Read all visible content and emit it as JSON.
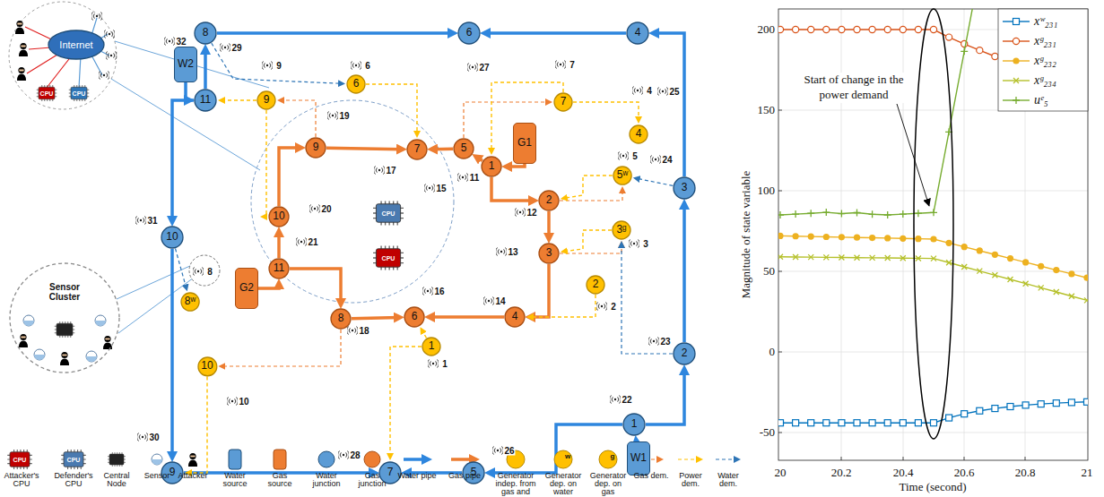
{
  "diagram": {
    "nodes": [
      {
        "text": [
          "Internet"
        ]
      },
      {
        "text": [
          "Sensor Cluster"
        ]
      },
      {
        "text": [
          "W2"
        ]
      },
      {
        "text": [
          "8"
        ]
      },
      {
        "text": [
          "6"
        ]
      },
      {
        "text": [
          "4"
        ]
      },
      {
        "text": [
          "11"
        ]
      },
      {
        "text": [
          "9"
        ]
      },
      {
        "text": [
          "6"
        ]
      },
      {
        "text": [
          "7"
        ]
      },
      {
        "text": [
          "4"
        ]
      },
      {
        "text": [
          "9"
        ]
      },
      {
        "text": [
          "7"
        ]
      },
      {
        "text": [
          "5"
        ]
      },
      {
        "text": [
          "G1"
        ]
      },
      {
        "text": [
          "1"
        ]
      },
      {
        "text": [
          "3"
        ]
      },
      {
        "text": [
          "10"
        ]
      },
      {
        "text": [
          "2"
        ]
      },
      {
        "text": [
          "5ʷ"
        ]
      },
      {
        "text": [
          "10"
        ]
      },
      {
        "text": [
          "3"
        ]
      },
      {
        "text": [
          "3ᵍ"
        ]
      },
      {
        "text": [
          "2"
        ]
      },
      {
        "text": [
          "11"
        ]
      },
      {
        "text": [
          "2"
        ]
      },
      {
        "text": [
          "8ʷ"
        ]
      },
      {
        "text": [
          "G2"
        ]
      },
      {
        "text": [
          "8"
        ]
      },
      {
        "text": [
          "6"
        ]
      },
      {
        "text": [
          "4"
        ]
      },
      {
        "text": [
          "1"
        ]
      },
      {
        "text": [
          "1"
        ]
      },
      {
        "text": [
          "W1"
        ]
      },
      {
        "text": [
          "10"
        ]
      },
      {
        "text": [
          "9"
        ]
      },
      {
        "text": [
          "7"
        ]
      },
      {
        "text": [
          "5"
        ]
      }
    ],
    "edges": [
      {
        "from": 33,
        "to": 32,
        "arrow": "to"
      },
      {
        "from": 32,
        "to": 23,
        "arrow": "to"
      },
      {
        "from": 23,
        "to": 16,
        "arrow": "to"
      },
      {
        "from": 16,
        "to": 5,
        "arrow": "to"
      },
      {
        "from": 5,
        "to": 4,
        "arrow": "to"
      },
      {
        "from": 3,
        "to": 4,
        "arrow": "to"
      },
      {
        "from": 2,
        "to": 6,
        "arrow": "to"
      },
      {
        "from": 6,
        "to": 3,
        "arrow": "to"
      },
      {
        "from": 6,
        "to": 20,
        "arrow": "to"
      },
      {
        "from": 20,
        "to": 35,
        "arrow": "to"
      },
      {
        "from": 35,
        "to": 36,
        "arrow": "to"
      },
      {
        "from": 37,
        "to": 36,
        "arrow": "to"
      },
      {
        "from": 32,
        "to": 37,
        "arrow": "to"
      },
      {
        "from": 14,
        "to": 15,
        "arrow": "to"
      },
      {
        "from": 15,
        "to": 18,
        "arrow": "to"
      },
      {
        "from": 18,
        "to": 21,
        "arrow": "to"
      },
      {
        "from": 21,
        "to": 30,
        "arrow": "to"
      },
      {
        "from": 30,
        "to": 29,
        "arrow": "to"
      },
      {
        "from": 15,
        "to": 13,
        "arrow": "to"
      },
      {
        "from": 13,
        "to": 12,
        "arrow": "to"
      },
      {
        "from": 11,
        "to": 12,
        "arrow": "to"
      },
      {
        "from": 17,
        "to": 11,
        "arrow": "to"
      },
      {
        "from": 24,
        "to": 17,
        "arrow": "to"
      },
      {
        "from": 27,
        "to": 24,
        "arrow": "to"
      },
      {
        "from": 24,
        "to": 28,
        "arrow": "to"
      },
      {
        "from": 28,
        "to": 29,
        "arrow": "to"
      },
      {
        "from": 13,
        "to": 9,
        "arrow": "to"
      },
      {
        "from": 18,
        "to": 19,
        "arrow": "to"
      },
      {
        "from": 21,
        "to": 22,
        "arrow": "to"
      },
      {
        "from": 28,
        "to": 34,
        "arrow": "to"
      },
      {
        "from": 11,
        "to": 7,
        "arrow": "to"
      },
      {
        "from": 3,
        "to": 8,
        "arrow": "to"
      },
      {
        "from": 16,
        "to": 19,
        "arrow": "to"
      },
      {
        "from": 23,
        "to": 22,
        "arrow": "to"
      },
      {
        "from": 20,
        "to": 26,
        "arrow": "to"
      },
      {
        "from": 8,
        "to": 12,
        "arrow": "to"
      },
      {
        "from": 9,
        "to": 15,
        "arrow": "to"
      },
      {
        "from": 9,
        "to": 10,
        "arrow": "to"
      },
      {
        "from": 19,
        "to": 18,
        "arrow": "to"
      },
      {
        "from": 22,
        "to": 21,
        "arrow": "to"
      },
      {
        "from": 25,
        "to": 30,
        "arrow": "to"
      },
      {
        "from": 31,
        "to": 29,
        "arrow": "to"
      },
      {
        "from": 7,
        "to": 17,
        "arrow": "to"
      },
      {
        "from": 34,
        "to": 35,
        "arrow": "to"
      },
      {
        "from": 7,
        "to": 6,
        "arrow": "to"
      },
      {
        "from": 31,
        "to": 36,
        "arrow": "to"
      }
    ],
    "labels": [
      "1",
      "2",
      "3",
      "4",
      "5",
      "6",
      "7",
      "8",
      "9",
      "10",
      "11",
      "12",
      "13",
      "14",
      "15",
      "16",
      "17",
      "18",
      "19",
      "20",
      "21",
      "22",
      "23",
      "24",
      "25",
      "26",
      "27",
      "28",
      "29",
      "30",
      "31",
      "32",
      "Start of change in the power demand",
      "20",
      "20.2",
      "20.4",
      "20.6",
      "20.8",
      "21",
      "-50",
      "0",
      "50",
      "100",
      "150",
      "200",
      "Time (second)",
      "Magnitude of state variable",
      "CPU",
      "CPU",
      "CPU",
      "CPU",
      "CPU",
      "CPU",
      "w",
      "g"
    ],
    "legend": [
      {
        "text": "Attacker's CPU"
      },
      {
        "text": "Defender's CPU"
      },
      {
        "text": "Central Node"
      },
      {
        "text": "Sensor"
      },
      {
        "text": "Attacker"
      },
      {
        "text": "Water source"
      },
      {
        "text": "Gas source"
      },
      {
        "text": "Water junction"
      },
      {
        "text": "Gas junction"
      },
      {
        "text": "Water pipe"
      },
      {
        "text": "Gas pipe"
      },
      {
        "text": "Generator indep. from gas and"
      },
      {
        "text": "Generator dep. on water"
      },
      {
        "text": "Generator dep. on gas"
      },
      {
        "text": "Gas dem."
      },
      {
        "text": "Power dem."
      },
      {
        "text": "Water dem."
      },
      {
        "text": "xʷ₂₃₁"
      },
      {
        "text": "xᵍ₂₃₁"
      },
      {
        "text": "xᵍ₂₃₂"
      },
      {
        "text": "xᵍ₂₃₄"
      },
      {
        "text": "uᵉ₅"
      }
    ]
  }
}
